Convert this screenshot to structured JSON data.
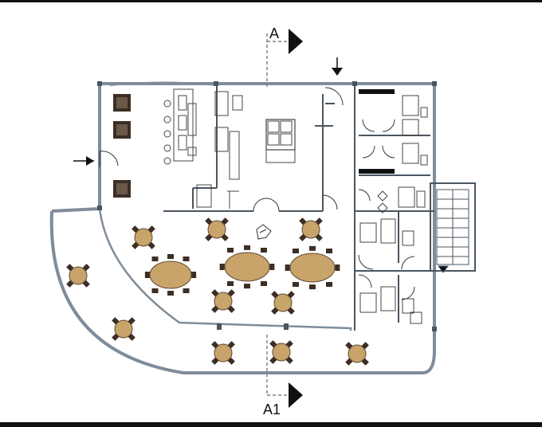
{
  "section_marks": {
    "top": {
      "label": "A"
    },
    "bottom": {
      "label": "A1"
    }
  },
  "colors": {
    "wall": "#7f8c99",
    "wall_dark": "#4a5560",
    "line": "#333333",
    "table_fill": "#c9a46a",
    "table_stroke": "#5a4630",
    "chair_fill": "#3c2e24",
    "frame": "#111111",
    "background": "#ffffff"
  },
  "icons": {
    "section_arrow": "filled-triangle-right",
    "entrance_arrow": "arrow-down",
    "staircase": "stairs-symbol"
  }
}
